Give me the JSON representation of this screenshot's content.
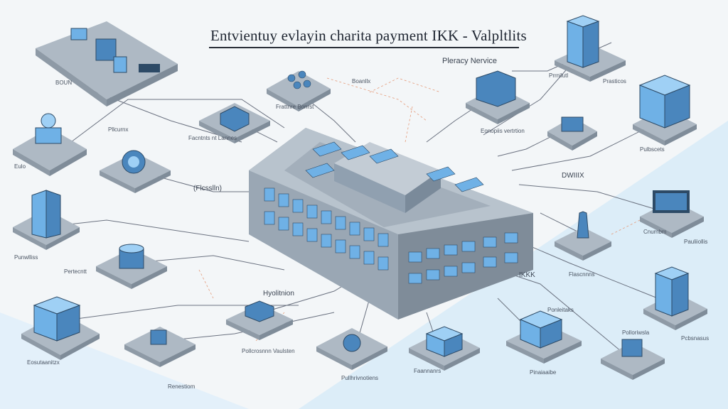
{
  "title": "Entvientuy evlayin charita payment IKK - Valpltlits",
  "subtitle": "Pleracy Nervice",
  "colors": {
    "background": "#f3f6f8",
    "accent_region": "#dcedf8",
    "node_blue": "#6fb1e6",
    "node_dark": "#2d4a66",
    "platform": "#aeb9c4",
    "connector": "#6b7280"
  },
  "labels": {
    "top_left_stack": "BOUN",
    "left_1": "Eulo",
    "left_2": "Pllcurnx",
    "left_3": "Punwlliss",
    "left_4": "Pertecntt",
    "left_5": "Eosutaanitzx",
    "center_left": "Facntnts nt Lannes",
    "center_mid": "(Flcsslln)",
    "center_top": "Boanllx",
    "center_top_2": "Frattnre Bonrst",
    "bottom_1": "Hyolitnion",
    "bottom_2": "Pollcrosnnn Vaulsten",
    "bottom_3": "Renestiom",
    "bottom_4": "Pullhrivnotiens",
    "bottom_5": "Faannanrs",
    "bottom_6": "Pinaiaaibe",
    "right_1": "Prrnilutl",
    "right_2": "Prasticos",
    "right_3": "Pulbscets",
    "right_4": "DWIIIX",
    "right_5": "Cnumbm",
    "right_6": "Pauliiollis",
    "right_7": "Flascnnns",
    "right_8": "Pcbsnasus",
    "right_9": "IKKK",
    "right_10": "Ponleitaks",
    "right_11": "Polloriwsla",
    "center_right_top": "Eonopiis vertrtion"
  }
}
